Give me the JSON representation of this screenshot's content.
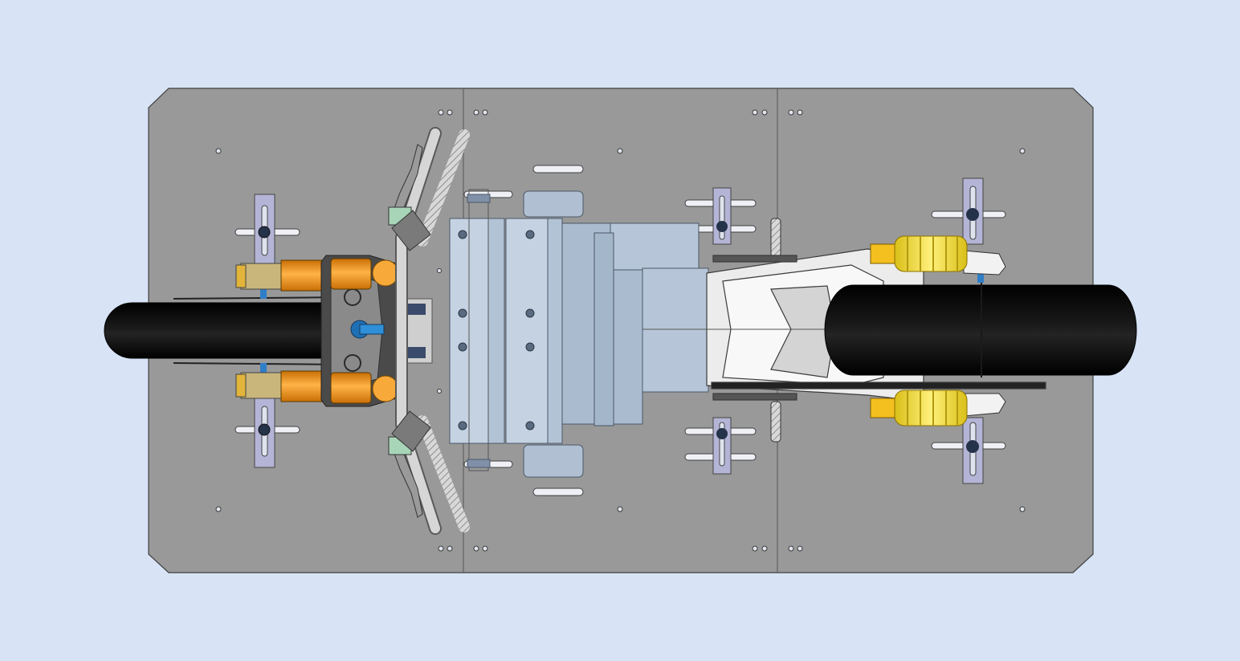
{
  "colors": {
    "background": "#d8e4f6",
    "base_plate": "#999999",
    "plate_edge": "#404040",
    "tire": "#050505",
    "fork_tube": "#f39a1f",
    "coil_spring": "#f2dd45",
    "engine": "#b6c6d8",
    "swingarm": "#f4f4f4",
    "clamp": "#b4b4d6",
    "axle": "#2f7ec8",
    "frame_dark": "#4a4a4a"
  },
  "components": {
    "base_plate": "base-plate",
    "front_wheel": "front-tire",
    "rear_wheel": "rear-tire",
    "front_forks": "front-fork-tubes",
    "triple_clamp": "triple-clamp",
    "handlebar": "handlebar",
    "brake_levers": "brake-levers",
    "engine_block": "engine-block",
    "swingarm": "swingarm",
    "rear_shocks": "rear-shock-springs",
    "mounting_clamps": "wheel-clamp-brackets"
  }
}
